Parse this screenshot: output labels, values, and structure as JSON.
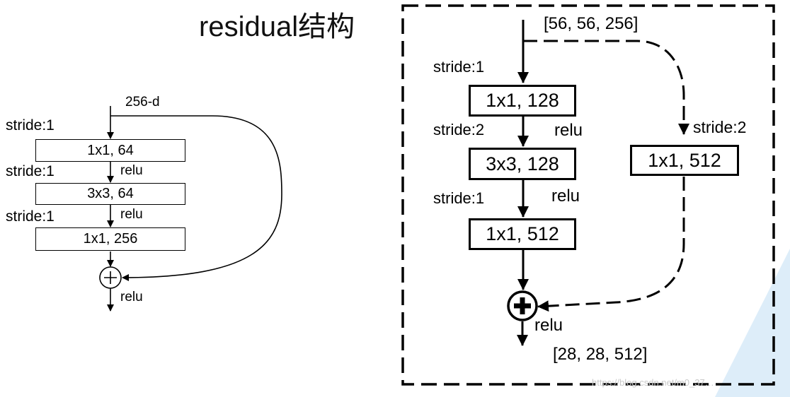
{
  "title": "residual结构",
  "left": {
    "input_label": "256-d",
    "stride_labels": [
      "stride:1",
      "stride:1",
      "stride:1"
    ],
    "boxes": [
      "1x1, 64",
      "3x3, 64",
      "1x1, 256"
    ],
    "relu_labels": [
      "relu",
      "relu",
      "relu"
    ]
  },
  "right": {
    "input_shape": "[56, 56, 256]",
    "output_shape": "[28, 28, 512]",
    "main_strides": [
      "stride:1",
      "stride:2",
      "stride:1"
    ],
    "main_boxes": [
      "1x1, 128",
      "3x3, 128",
      "1x1, 512"
    ],
    "relu_labels": [
      "relu",
      "relu",
      "relu"
    ],
    "shortcut_stride": "stride:2",
    "shortcut_box": "1x1, 512"
  },
  "watermark": "https://blog.csdn.net/m0_37…"
}
